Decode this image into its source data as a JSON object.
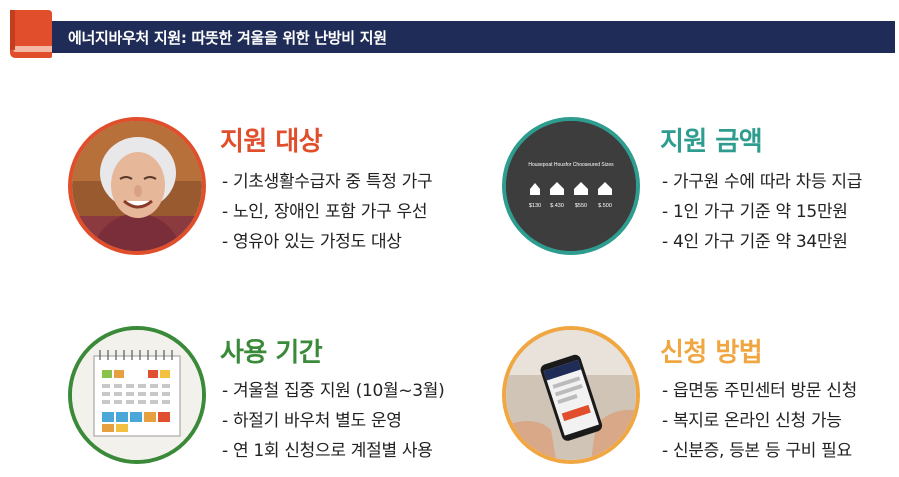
{
  "header": {
    "title": "에너지바우처 지원: 따뜻한 겨울을 위한 난방비 지원",
    "icon": "book-icon",
    "bar_color": "#1f2c57"
  },
  "sections": [
    {
      "title": "지원 대상",
      "color": "#e04e2b",
      "image": "elderly-woman-photo",
      "bullets": [
        "- 기초생활수급자 중 특정 가구",
        "- 노인, 장애인 포함 가구 우선",
        "- 영유아 있는 가정도 대상"
      ]
    },
    {
      "title": "지원 금액",
      "color": "#2e9c8e",
      "image": "house-price-graphic",
      "image_text": {
        "caption": "Housepoat Housfor Chooseured Sizes",
        "prices": [
          "$130",
          "$.430",
          "$550",
          "$.500"
        ]
      },
      "bullets": [
        "- 가구원 수에 따라 차등 지급",
        "- 1인 가구 기준 약 15만원",
        "- 4인 가구 기준 약 34만원"
      ]
    },
    {
      "title": "사용 기간",
      "color": "#3a8a3a",
      "image": "calendar-illustration",
      "bullets": [
        "- 겨울철 집중 지원 (10월~3월)",
        "- 하절기 바우처 별도 운영",
        "- 연 1회 신청으로 계절별 사용"
      ]
    },
    {
      "title": "신청 방법",
      "color": "#f0a742",
      "image": "smartphone-in-hands-photo",
      "bullets": [
        "- 읍면동 주민센터 방문 신청",
        "- 복지로 온라인 신청 가능",
        "- 신분증, 등본 등 구비 필요"
      ]
    }
  ]
}
